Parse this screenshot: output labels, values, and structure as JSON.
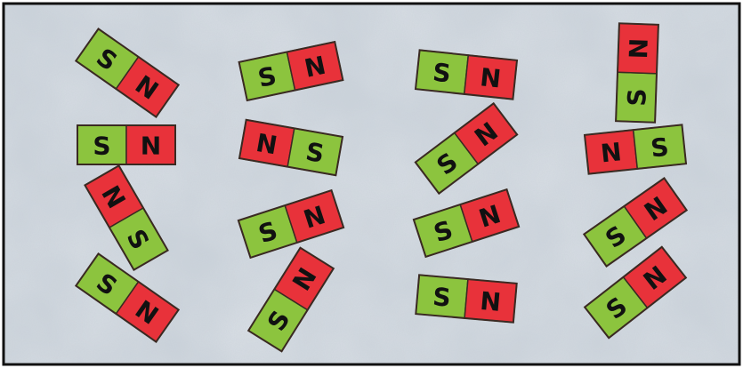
{
  "colors": {
    "background": "#c9d1d9",
    "border": "#111111",
    "south": "#8cc43e",
    "north": "#e8323a",
    "magnet_outline": "#3a2a22",
    "letter": "#111111"
  },
  "poles": {
    "south": "S",
    "north": "N"
  },
  "magnets": [
    {
      "first": "S",
      "second": "N"
    },
    {
      "first": "S",
      "second": "N"
    },
    {
      "first": "N",
      "second": "S"
    },
    {
      "first": "S",
      "second": "N"
    },
    {
      "first": "S",
      "second": "N"
    },
    {
      "first": "N",
      "second": "S"
    },
    {
      "first": "S",
      "second": "N"
    },
    {
      "first": "S",
      "second": "N"
    },
    {
      "first": "S",
      "second": "N"
    },
    {
      "first": "S",
      "second": "N"
    },
    {
      "first": "S",
      "second": "N"
    },
    {
      "first": "S",
      "second": "N"
    },
    {
      "first": "S",
      "second": "N"
    },
    {
      "first": "N",
      "second": "S"
    },
    {
      "first": "S",
      "second": "N"
    },
    {
      "first": "S",
      "second": "N"
    }
  ]
}
